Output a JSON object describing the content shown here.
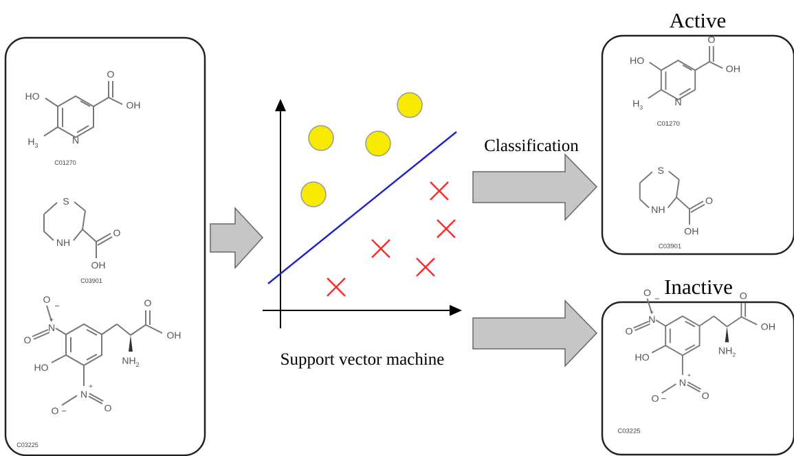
{
  "diagram": {
    "left_panel": {
      "molecules": [
        {
          "id": "C01270"
        },
        {
          "id": "C03901"
        },
        {
          "id": "C03225"
        }
      ]
    },
    "svm_label": "Support vector machine",
    "classification_label": "Classification",
    "active_panel": {
      "title": "Active",
      "molecules": [
        {
          "id": "C01270"
        },
        {
          "id": "C03901"
        }
      ]
    },
    "inactive_panel": {
      "title": "Inactive",
      "molecules": [
        {
          "id": "C03225"
        }
      ]
    },
    "atom_labels": {
      "ho": "HO",
      "oh": "OH",
      "o": "O",
      "n": "N",
      "s": "S",
      "nh": "NH",
      "nh2": "NH",
      "h3c": "H",
      "sub3": "3",
      "sub2": "2",
      "plus": "+",
      "minus": "−"
    },
    "colors": {
      "active_class": "#f5ea00",
      "inactive_class": "#ff2a2a",
      "hyperplane": "#2222cc",
      "arrow_fill": "#c6c6c6",
      "structure_lines": "#777777"
    }
  }
}
